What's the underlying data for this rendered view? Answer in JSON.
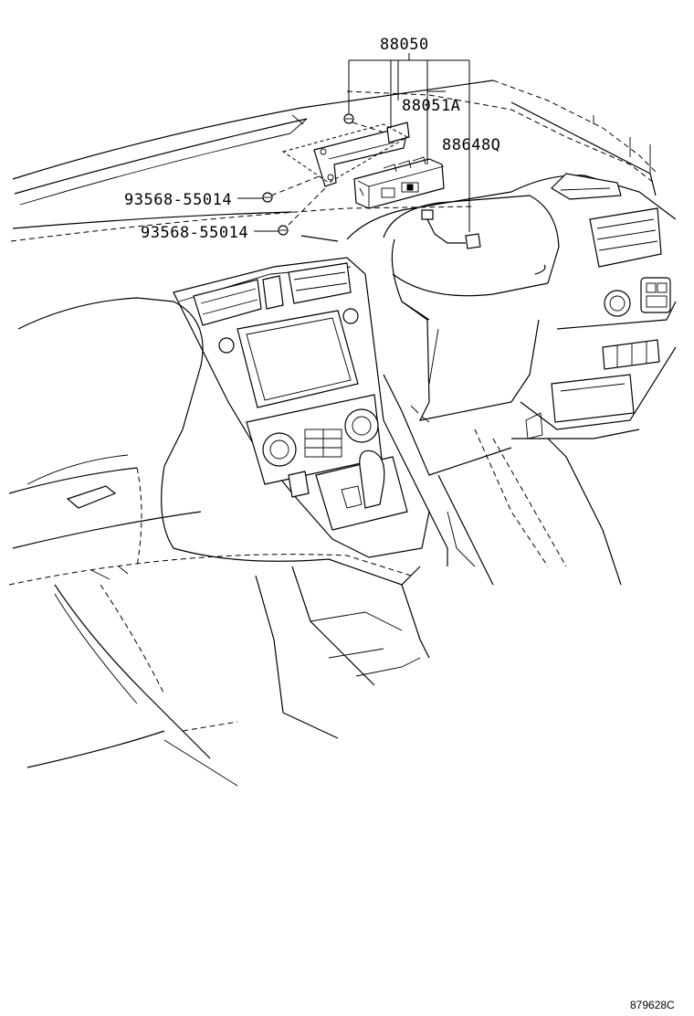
{
  "labels": {
    "assembly": "88050",
    "amplifier": "88051A",
    "sensor": "88648Q",
    "screw_upper": "93568-55014",
    "screw_lower": "93568-55014",
    "figure_id": "879628C"
  },
  "icons": {
    "screw": "screw-icon",
    "bracket": "bracket-icon",
    "module": "air-conditioner-module-icon",
    "sensor": "temperature-sensor-icon"
  }
}
